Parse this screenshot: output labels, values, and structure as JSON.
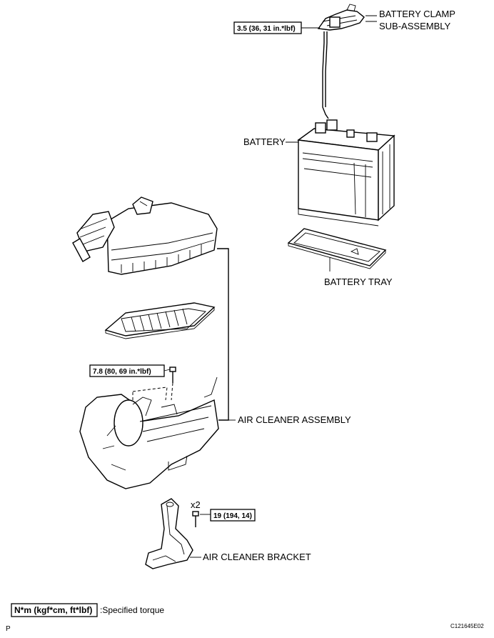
{
  "labels": {
    "battery_clamp_1": "BATTERY CLAMP",
    "battery_clamp_2": "SUB-ASSEMBLY",
    "battery": "BATTERY",
    "battery_tray": "BATTERY TRAY",
    "air_cleaner_assembly": "AIR CLEANER ASSEMBLY",
    "air_cleaner_bracket": "AIR CLEANER BRACKET"
  },
  "torques": {
    "clamp": "3.5 (36, 31 in.*lbf)",
    "air_cleaner": "7.8 (80, 69 in.*lbf)",
    "bracket": "19 (194, 14)"
  },
  "quantity": "x2",
  "legend": {
    "box_text": "N*m (kgf*cm, ft*lbf)",
    "description": ":Specified torque"
  },
  "corner_left": "P",
  "figure_code": "C121645E02"
}
